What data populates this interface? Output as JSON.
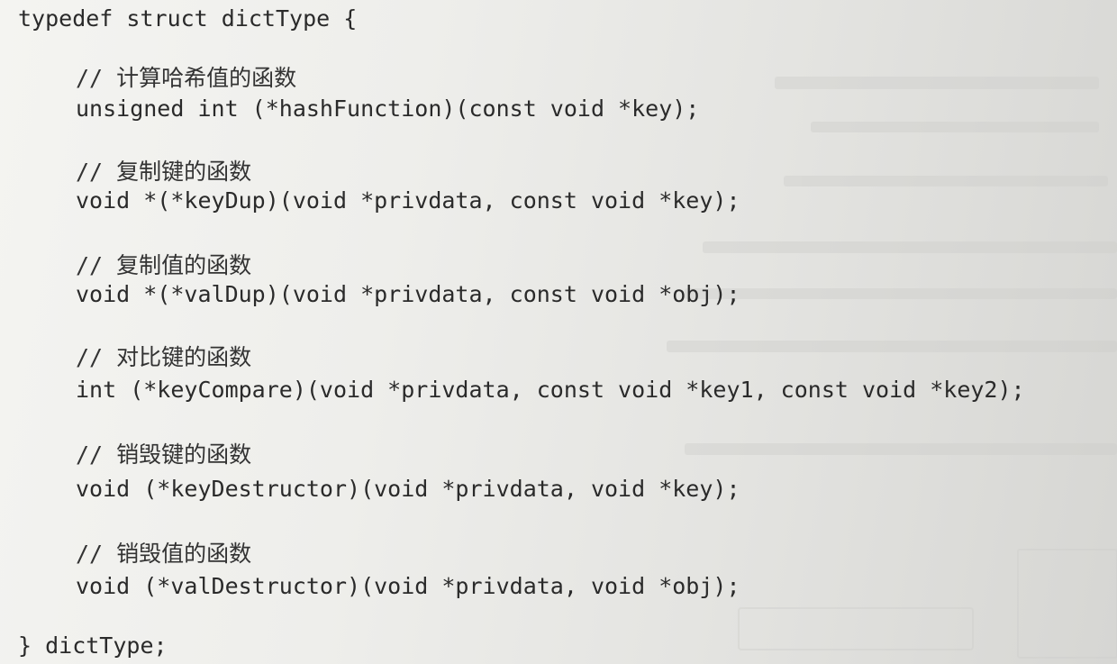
{
  "code_block": {
    "header": "typedef struct dictType {",
    "members": [
      {
        "comment": "// 计算哈希值的函数",
        "decl": "unsigned int (*hashFunction)(const void *key);"
      },
      {
        "comment": "// 复制键的函数",
        "decl": "void *(*keyDup)(void *privdata, const void *key);"
      },
      {
        "comment": "// 复制值的函数",
        "decl": "void *(*valDup)(void *privdata, const void *obj);"
      },
      {
        "comment": "// 对比键的函数",
        "decl": "int (*keyCompare)(void *privdata, const void *key1, const void *key2);"
      },
      {
        "comment": "// 销毁键的函数",
        "decl": "void (*keyDestructor)(void *privdata, void *key);"
      },
      {
        "comment": "// 销毁值的函数",
        "decl": "void (*valDestructor)(void *privdata, void *obj);"
      }
    ],
    "footer": "} dictType;"
  }
}
